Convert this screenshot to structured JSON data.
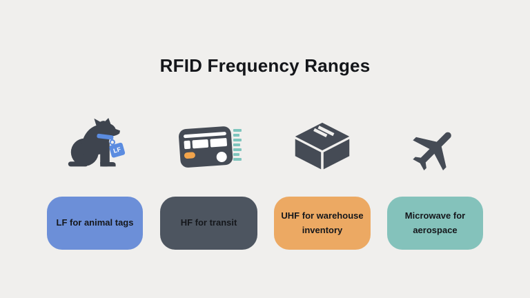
{
  "slide": {
    "title": "RFID Frequency Ranges",
    "background": "#f0efed"
  },
  "icons": {
    "color": "#454b55",
    "dog_color": "#3e444e",
    "accent_blue": "#5b8ce0",
    "chip_orange": "#f2a44b",
    "signal_teal": "#7ec5bd",
    "dog_tag_label": "LF"
  },
  "cards": [
    {
      "label": "LF for animal tags",
      "color": "#6c8fd8",
      "icon": "dog-with-tag-icon"
    },
    {
      "label": "HF for transit",
      "color": "#4d5560",
      "icon": "transit-card-icon"
    },
    {
      "label": "UHF for warehouse inventory",
      "color": "#eca963",
      "icon": "package-box-icon"
    },
    {
      "label": "Microwave for aerospace",
      "color": "#84c2bb",
      "icon": "airplane-icon"
    }
  ]
}
